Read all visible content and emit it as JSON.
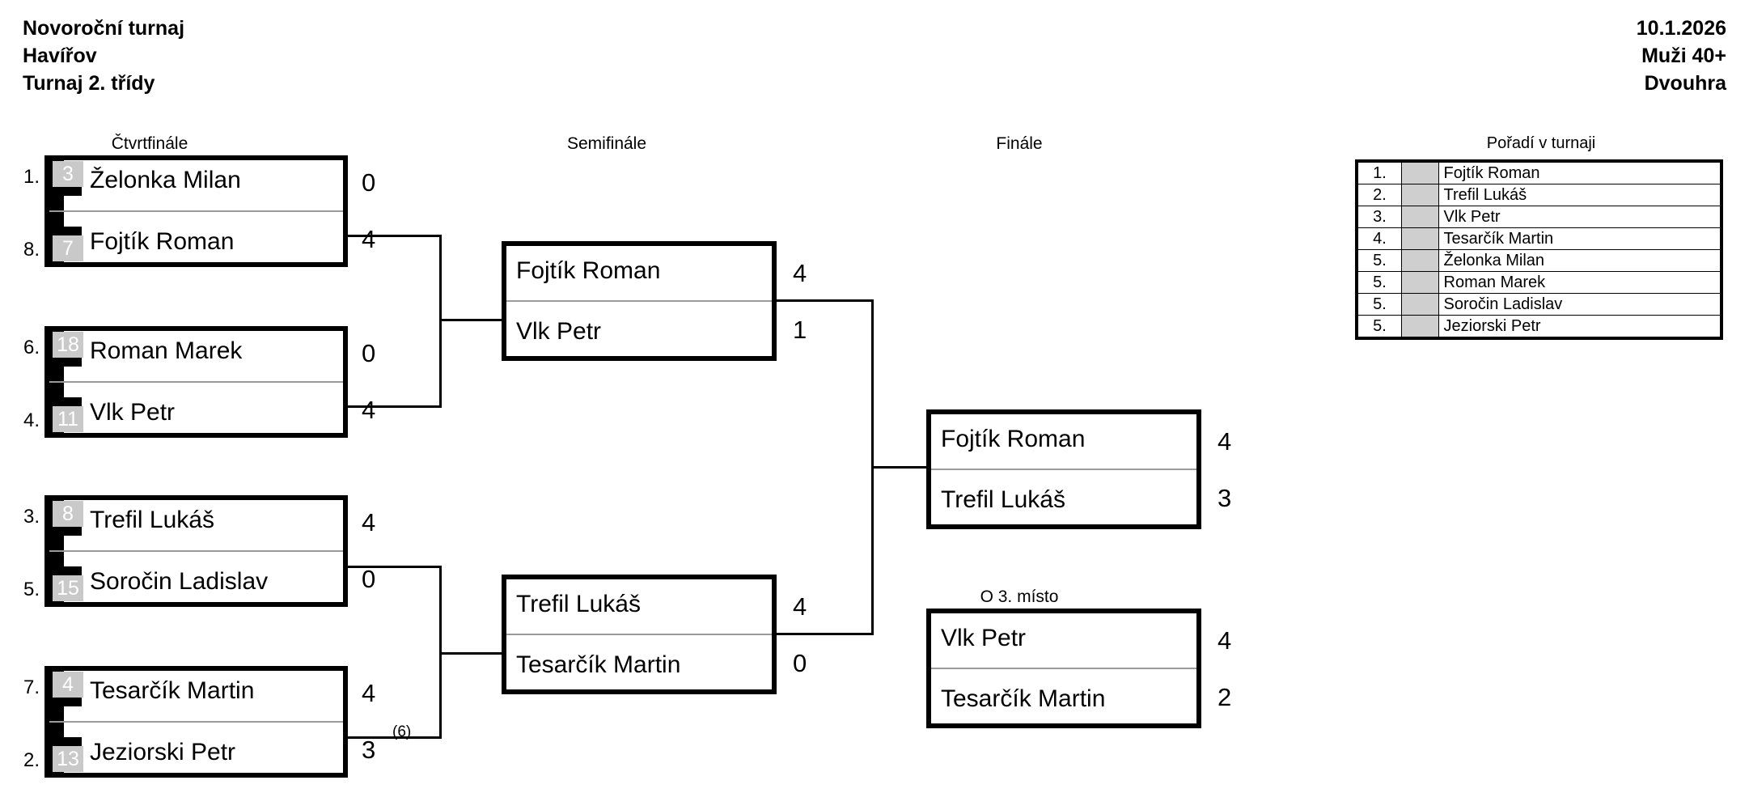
{
  "header": {
    "tournament_name": "Novoroční turnaj",
    "city": "Havířov",
    "class": "Turnaj 2. třídy",
    "date": "10.1.2026",
    "category": "Muži 40+",
    "discipline": "Dvouhra"
  },
  "rounds": {
    "quarterfinal": "Čtvrtfinále",
    "semifinal": "Semifinále",
    "final": "Finále",
    "third_place": "O 3. místo"
  },
  "quarterfinals": [
    {
      "top": {
        "seed": "1.",
        "rank": "3",
        "name": "Želonka Milan",
        "score": "0"
      },
      "bottom": {
        "seed": "8.",
        "rank": "7",
        "name": "Fojtík Roman",
        "score": "4"
      }
    },
    {
      "top": {
        "seed": "6.",
        "rank": "18",
        "name": "Roman Marek",
        "score": "0"
      },
      "bottom": {
        "seed": "4.",
        "rank": "11",
        "name": "Vlk Petr",
        "score": "4"
      }
    },
    {
      "top": {
        "seed": "3.",
        "rank": "8",
        "name": "Trefil Lukáš",
        "score": "4"
      },
      "bottom": {
        "seed": "5.",
        "rank": "15",
        "name": "Soročin Ladislav",
        "score": "0"
      }
    },
    {
      "top": {
        "seed": "7.",
        "rank": "4",
        "name": "Tesarčík Martin",
        "score": "4"
      },
      "bottom": {
        "seed": "2.",
        "rank": "13",
        "name": "Jeziorski Petr",
        "score": "3",
        "note": "(6)"
      }
    }
  ],
  "semifinals": [
    {
      "top": {
        "name": "Fojtík Roman",
        "score": "4"
      },
      "bottom": {
        "name": "Vlk Petr",
        "score": "1"
      }
    },
    {
      "top": {
        "name": "Trefil Lukáš",
        "score": "4"
      },
      "bottom": {
        "name": "Tesarčík Martin",
        "score": "0"
      }
    }
  ],
  "final": {
    "top": {
      "name": "Fojtík Roman",
      "score": "4"
    },
    "bottom": {
      "name": "Trefil Lukáš",
      "score": "3"
    }
  },
  "third_place_match": {
    "top": {
      "name": "Vlk Petr",
      "score": "4"
    },
    "bottom": {
      "name": "Tesarčík Martin",
      "score": "2"
    }
  },
  "standings": {
    "title": "Pořadí v turnaji",
    "rows": [
      {
        "rank": "1.",
        "name": "Fojtík Roman"
      },
      {
        "rank": "2.",
        "name": "Trefil Lukáš"
      },
      {
        "rank": "3.",
        "name": "Vlk Petr"
      },
      {
        "rank": "4.",
        "name": "Tesarčík Martin"
      },
      {
        "rank": "5.",
        "name": "Želonka Milan"
      },
      {
        "rank": "5.",
        "name": "Roman Marek"
      },
      {
        "rank": "5.",
        "name": "Soročin Ladislav"
      },
      {
        "rank": "5.",
        "name": "Jeziorski Petr"
      }
    ]
  }
}
